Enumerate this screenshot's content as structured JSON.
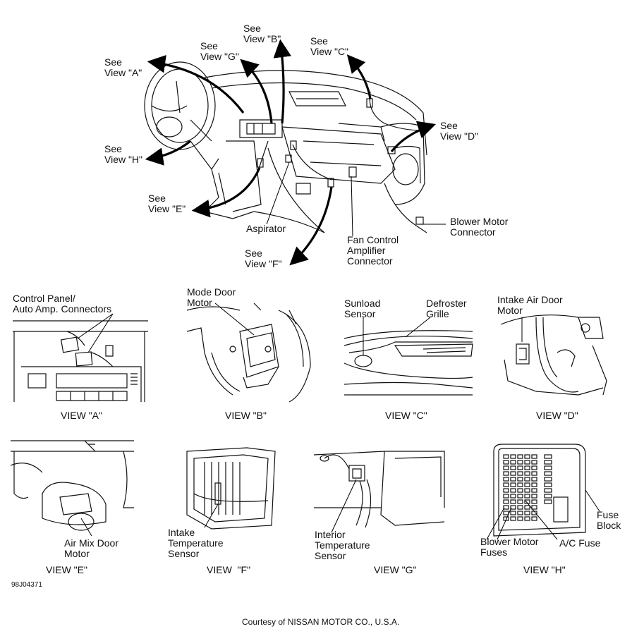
{
  "main_labels": {
    "see_view_a": "See\nView \"A\"",
    "see_view_b": "See\nView \"B\"",
    "see_view_c": "See\nView \"C\"",
    "see_view_d": "See\nView \"D\"",
    "see_view_e": "See\nView \"E\"",
    "see_view_f": "See\nView \"F\"",
    "see_view_g": "See\nView \"G\"",
    "see_view_h": "See\nView \"H\"",
    "aspirator": "Aspirator",
    "blower_motor_connector": "Blower Motor\nConnector",
    "fan_control_amplifier_connector": "Fan Control\nAmplifier\nConnector"
  },
  "panels": {
    "a": {
      "label": "Control Panel/\nAuto Amp. Connectors",
      "caption": "VIEW \"A\""
    },
    "b": {
      "label": "Mode Door\nMotor",
      "caption": "VIEW \"B\""
    },
    "c": {
      "label1": "Sunload\nSensor",
      "label2": "Defroster\nGrille",
      "caption": "VIEW \"C\""
    },
    "d": {
      "label": "Intake Air Door\nMotor",
      "caption": "VIEW \"D\""
    },
    "e": {
      "label": "Air Mix Door\nMotor",
      "caption": "VIEW \"E\""
    },
    "f": {
      "label": "Intake\nTemperature\nSensor",
      "caption": "VIEW  \"F\""
    },
    "g": {
      "label": "Interior\nTemperature\nSensor",
      "caption": "VIEW \"G\""
    },
    "h": {
      "label1": "Fuse\nBlock",
      "label2": "Blower Motor\nFuses",
      "label3": "A/C Fuse",
      "caption": "VIEW \"H\""
    }
  },
  "reference_code": "98J04371",
  "credit": "Courtesy of NISSAN MOTOR CO., U.S.A."
}
